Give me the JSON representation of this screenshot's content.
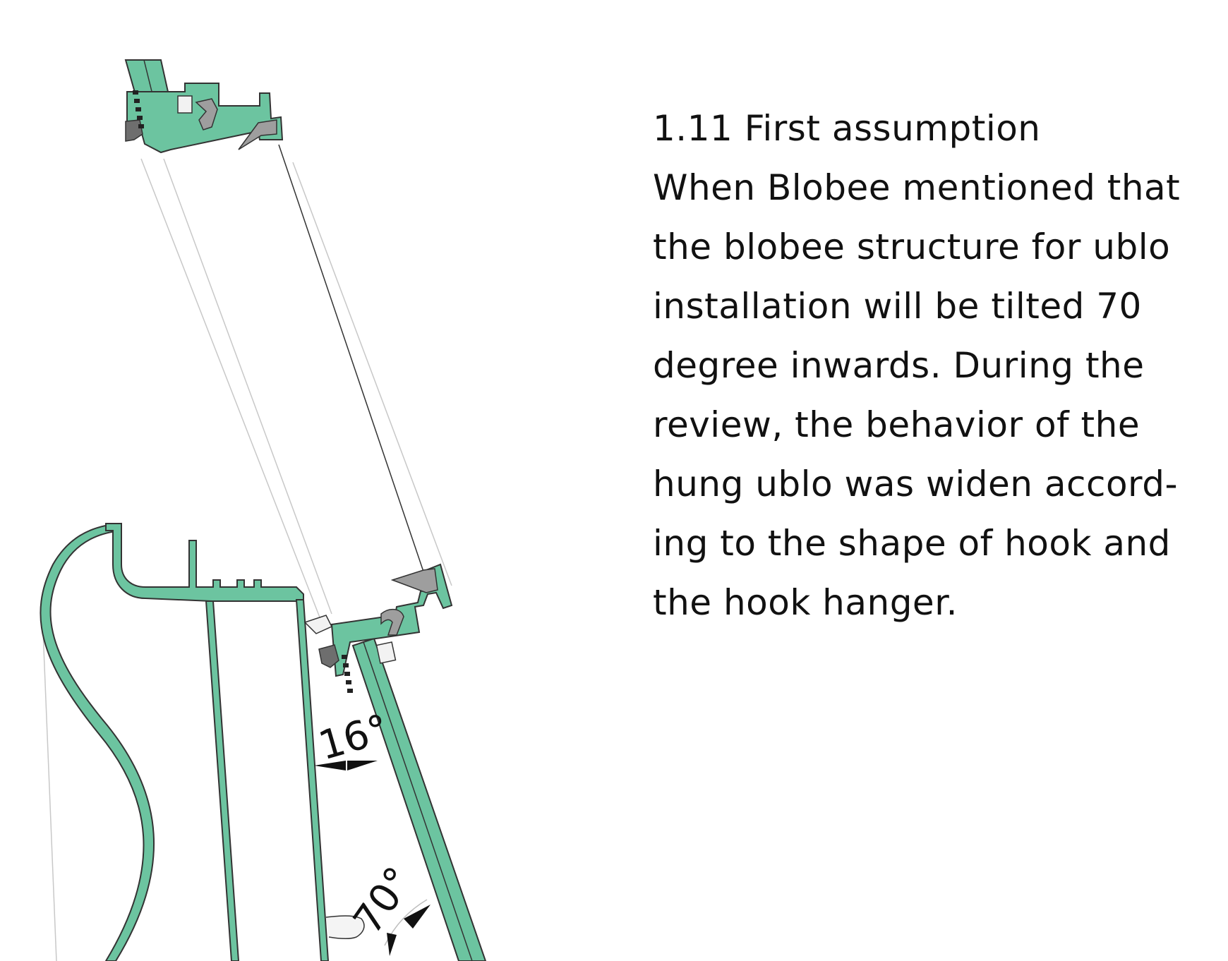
{
  "colors": {
    "profile_green": "#6cc4a0",
    "outline": "#333333",
    "gasket_gray": "#9e9e9e",
    "thin_line": "#bdbdbd"
  },
  "annotations": {
    "angle_top": "16°",
    "angle_bottom": "70°"
  },
  "text": {
    "heading": "1.11 First assumption",
    "lines": [
      "When Blobee mentioned that",
      "the blobee structure for ublo",
      "installation will be tilted 70",
      "degree inwards. During the",
      "review, the behavior of the",
      "hung ublo was widen accord-",
      "ing to the shape of hook and",
      "the hook hanger."
    ]
  }
}
